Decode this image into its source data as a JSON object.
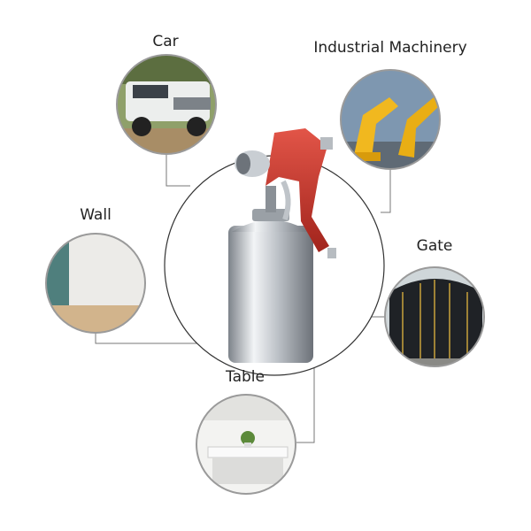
{
  "labels": {
    "car": "Car",
    "industrial": "Industrial Machinery",
    "wall": "Wall",
    "gate": "Gate",
    "table": "Table"
  },
  "colors": {
    "gun_body": "#c8352b",
    "cup": "#c9cdd2",
    "line": "#777777",
    "circle_border": "#9a9a9a"
  }
}
